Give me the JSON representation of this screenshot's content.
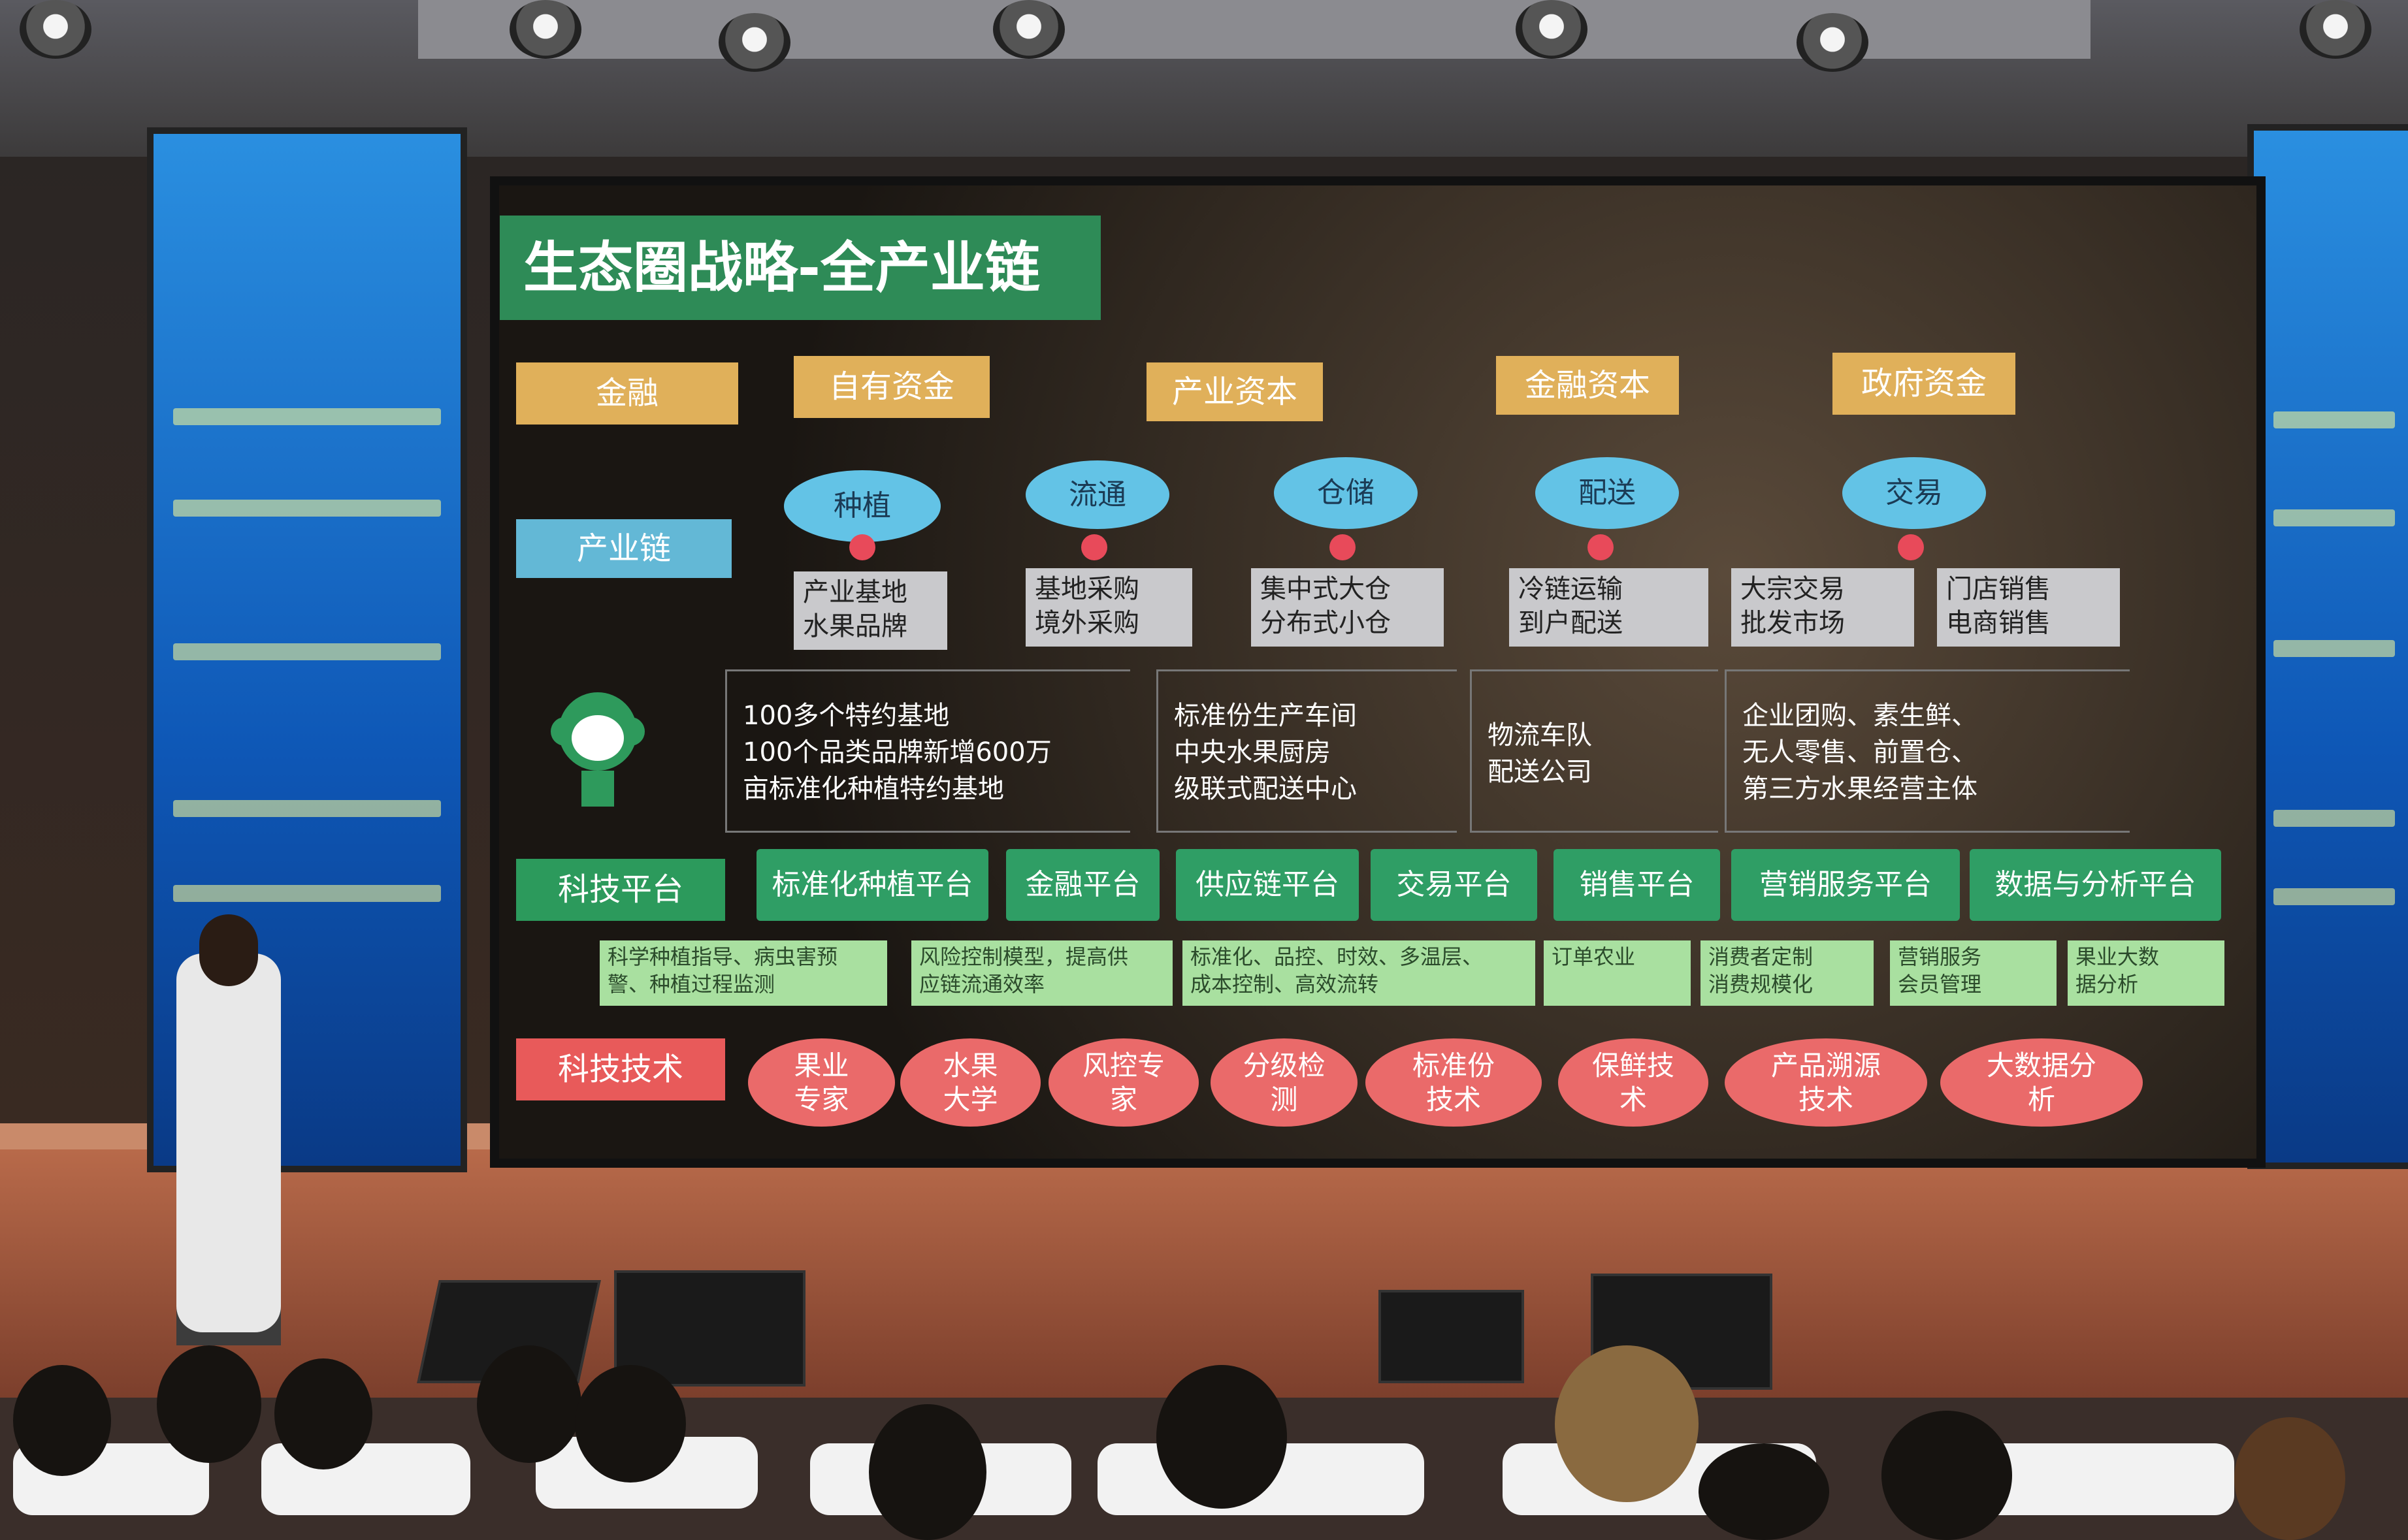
{
  "slide": {
    "title": "生态圈战略-全产业链",
    "finance": {
      "label": "金融",
      "sources": [
        "自有资金",
        "产业资本",
        "金融资本",
        "政府资金"
      ]
    },
    "chain": {
      "label": "产业链",
      "stages": [
        "种植",
        "流通",
        "仓储",
        "配送",
        "交易"
      ],
      "details": [
        "产业基地\n水果品牌",
        "基地采购\n境外采购",
        "集中式大仓\n分布式小仓",
        "冷链运输\n到户配送",
        "大宗交易\n批发市场",
        "门店销售\n电商销售"
      ],
      "highlights": [
        "100多个特约基地\n100个品类品牌新增600万\n亩标准化种植特约基地",
        "标准份生产车间\n中央水果厨房\n级联式配送中心",
        "物流车队\n配送公司",
        "企业团购、素生鲜、\n无人零售、前置仓、\n第三方水果经营主体"
      ]
    },
    "platform": {
      "label": "科技平台",
      "items": [
        "标准化种植平台",
        "金融平台",
        "供应链平台",
        "交易平台",
        "销售平台",
        "营销服务平台",
        "数据与分析平台"
      ],
      "descriptions": [
        "科学种植指导、病虫害预\n警、种植过程监测",
        "风险控制模型，提高供\n应链流通效率",
        "标准化、品控、时效、多温层、\n成本控制、高效流转",
        "订单农业",
        "消费者定制\n消费规模化",
        "营销服务\n会员管理",
        "果业大数\n据分析"
      ]
    },
    "tech": {
      "label": "科技技术",
      "items": [
        "果业\n专家",
        "水果\n大学",
        "风控专\n家",
        "分级检\n测",
        "标准份\n技术",
        "保鲜技\n术",
        "产品溯源\n技术",
        "大数据分\n析"
      ]
    }
  },
  "colors": {
    "title_bg": "#2e8b57",
    "gold": "#e0b05a",
    "blue": "#63b8d6",
    "green": "#2f9e65",
    "light_green": "#a9e0a0",
    "red": "#ea6a6a"
  }
}
